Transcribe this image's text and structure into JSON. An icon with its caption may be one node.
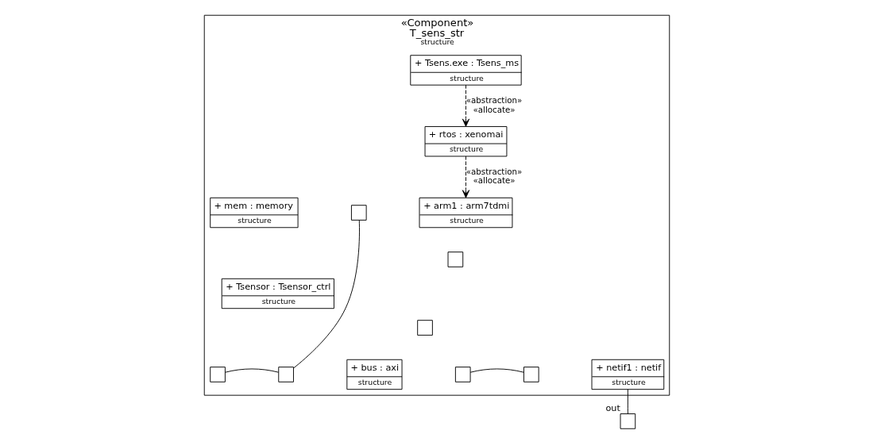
{
  "diagram": {
    "nodes": [
      {
        "text": [
          "«Component»",
          "T_sens_str",
          "structure"
        ]
      },
      {
        "text": [
          "+ Tsens.exe : Tsens_ms",
          "structure"
        ],
        "in": 0
      },
      {
        "text": [
          "+ rtos : xenomai",
          "structure"
        ],
        "in": 0
      },
      {
        "text": [
          "+ mem : memory",
          "structure"
        ],
        "in": 0
      },
      {
        "text": [
          "+ arm1 : arm7tdmi",
          "structure"
        ],
        "in": 0
      },
      {
        "text": [
          "+ netif1 : netif",
          "structure"
        ],
        "in": 0
      },
      {
        "text": [
          "+ Tsensor : Tsensor_ctrl",
          "structure"
        ],
        "in": 0
      },
      {
        "text": [
          "+ bus : axi",
          "structure"
        ],
        "in": 0
      },
      {
        "text": [],
        "shape": "box",
        "in": 0
      },
      {
        "text": [],
        "shape": "box",
        "in": 0
      },
      {
        "text": [],
        "shape": "box",
        "in": 0
      },
      {
        "text": [],
        "shape": "box",
        "in": 0
      },
      {
        "text": [],
        "shape": "box",
        "in": 0
      },
      {
        "text": [],
        "shape": "box",
        "in": 0
      },
      {
        "text": [],
        "shape": "box",
        "in": 0
      },
      {
        "text": [],
        "shape": "box",
        "beside": [
          "out"
        ]
      }
    ],
    "edges": [
      {
        "from": 1,
        "to": 2,
        "arrow": "to",
        "style": "dashed",
        "label": "«abstraction» «allocate»"
      },
      {
        "from": 2,
        "to": 4,
        "arrow": "to",
        "style": "dashed",
        "label": "«abstraction» «allocate»"
      },
      {
        "from": 8,
        "to": 12,
        "arrow": "none"
      },
      {
        "from": 11,
        "to": 12,
        "arrow": "none"
      },
      {
        "from": 13,
        "to": 14,
        "arrow": "none"
      },
      {
        "from": 5,
        "to": 15,
        "arrow": "none"
      }
    ]
  }
}
